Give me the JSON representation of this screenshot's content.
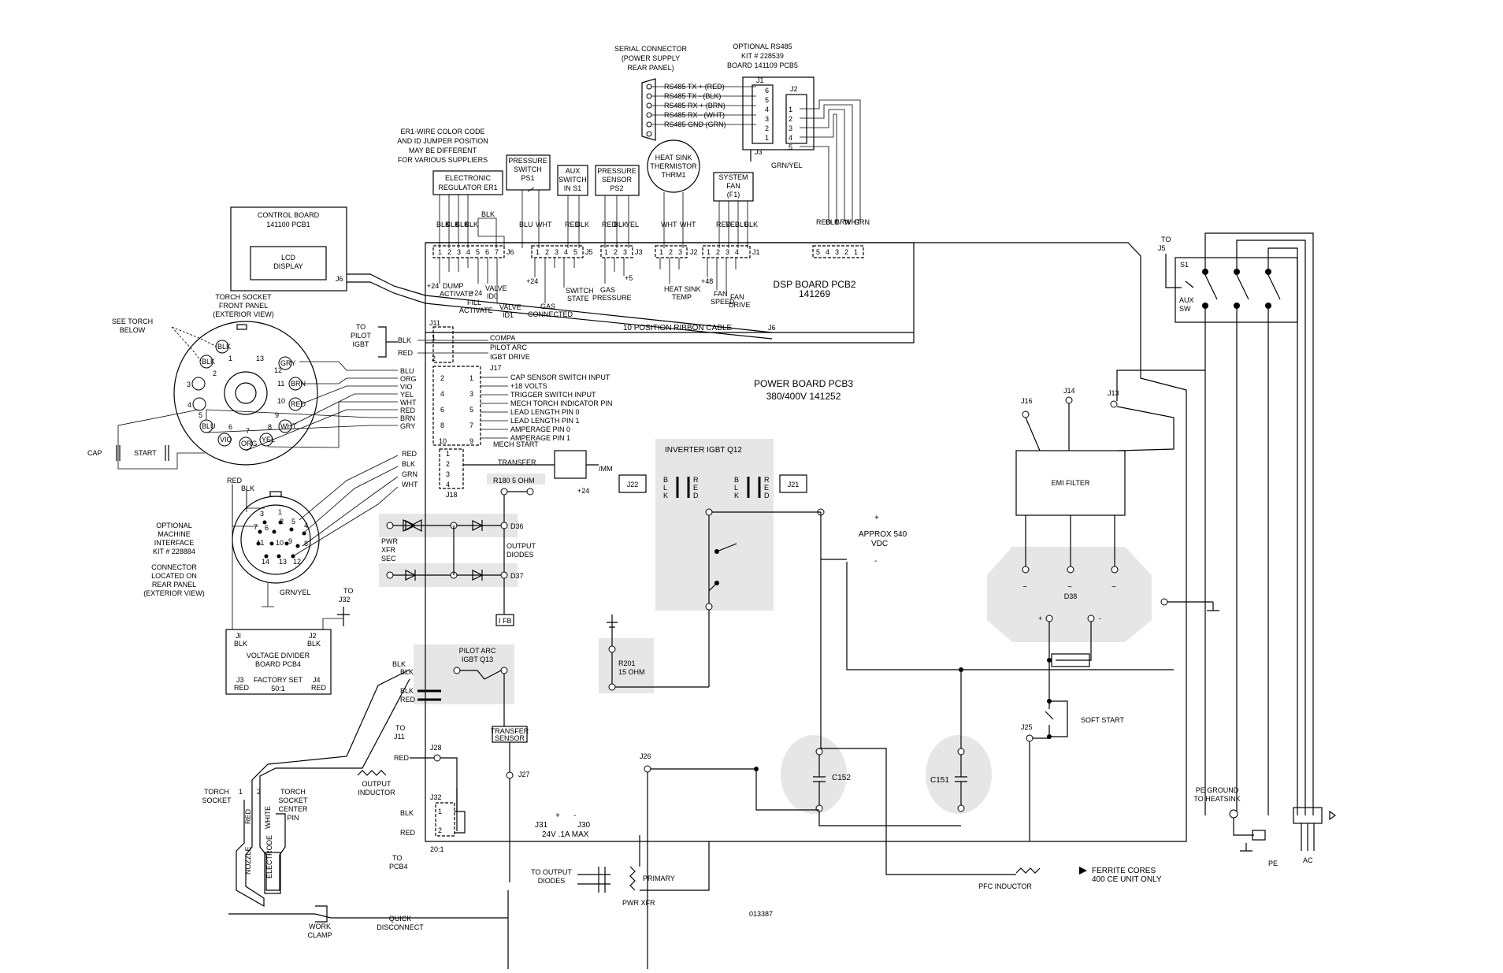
{
  "doc_number": "013387",
  "serial_connector": {
    "title": "SERIAL CONNECTOR",
    "line2": "(POWER SUPPLY",
    "line3": "REAR PANEL)"
  },
  "rs485_kit": {
    "line1": "OPTIONAL RS485",
    "line2": "KIT # 228539",
    "line3": "BOARD 141109 PCB5",
    "j1": "J1",
    "j2": "J2",
    "j3": "J3",
    "ground": "GRN/YEL"
  },
  "rs485_signals": [
    "RS485 TX + (RED)",
    "RS485 TX - (BLK)",
    "RS485 RX + (BRN)",
    "RS485 RX - (WHT)",
    "RS485 GND (GRN)"
  ],
  "j1_pins": [
    "6",
    "5",
    "4",
    "3",
    "2",
    "1"
  ],
  "j2_pins": [
    "1",
    "2",
    "3",
    "4",
    "5"
  ],
  "er1_note": {
    "line1": "ER1-WIRE COLOR CODE",
    "line2": "AND ID JUMPER POSITION",
    "line3": "MAY BE DIFFERENT",
    "line4": "FOR VARIOUS SUPPLIERS"
  },
  "er1_box": {
    "line1": "ELECTRONIC",
    "line2": "REGULATOR ER1"
  },
  "ps1_box": {
    "line1": "PRESSURE",
    "line2": "SWITCH",
    "line3": "PS1"
  },
  "aux_box": {
    "line1": "AUX",
    "line2": "SWITCH",
    "line3": "IN S1"
  },
  "ps2_box": {
    "line1": "PRESSURE",
    "line2": "SENSOR",
    "line3": "PS2"
  },
  "therm_box": {
    "line1": "HEAT SINK",
    "line2": "THERMISTOR",
    "line3": "THRM1"
  },
  "fan_box": {
    "line1": "SYSTEM",
    "line2": "FAN",
    "line3": "(F1)"
  },
  "wire_labels": {
    "er1": [
      "BLK",
      "BLK",
      "BLK",
      "BLK"
    ],
    "er1_blk": "BLK",
    "ps1": [
      "BLU",
      "WHT"
    ],
    "aux": [
      "RED",
      "BLK"
    ],
    "ps2": [
      "RED",
      "BLK",
      "YEL"
    ],
    "therm": [
      "WHT",
      "WHT"
    ],
    "fan": [
      "RED",
      "YEL",
      "BLU",
      "BLK"
    ],
    "rs485": [
      "RED",
      "BLK",
      "BRN",
      "WHT",
      "GRN"
    ]
  },
  "connector_numbers": {
    "j6": [
      "1",
      "2",
      "3",
      "4",
      "5",
      "6",
      "7"
    ],
    "j5": [
      "1",
      "2",
      "3",
      "4",
      "5"
    ],
    "j3": [
      "1",
      "2",
      "3"
    ],
    "j2": [
      "1",
      "2",
      "3"
    ],
    "j1": [
      "1",
      "2",
      "3",
      "4"
    ],
    "j4": [
      "5",
      "4",
      "3",
      "2",
      "1"
    ]
  },
  "connector_names": {
    "j6": "J6",
    "j5": "J5",
    "j3": "J3",
    "j2": "J2",
    "j1": "J1"
  },
  "dsp_signals": {
    "p24a": "+24",
    "dump": "DUMP",
    "dump2": "ACTIVATE",
    "fill": "FILL",
    "fill2": "ACTIVATE",
    "p24b": "+24",
    "valve0": "VALVE",
    "valve0b": "ID0",
    "valve1": "VALVE",
    "valve1b": "ID1",
    "p24c": "+24",
    "gas": "GAS",
    "gas2": "CONNECTED",
    "sw": "SWITCH",
    "sw2": "STATE",
    "gasp": "GAS",
    "gasp2": "PRESSURE",
    "p5": "+5",
    "hs": "HEAT SINK",
    "hs2": "TEMP",
    "p48": "+48",
    "fans": "FAN",
    "fans2": "SPEED",
    "fand": "FAN",
    "fand2": "DRIVE"
  },
  "control_board": {
    "line1": "CONTROL BOARD",
    "line2": "141100 PCB1",
    "lcd1": "LCD",
    "lcd2": "DISPLAY",
    "j6": "J6"
  },
  "dsp_board": {
    "line1": "DSP BOARD PCB2",
    "line2": "141269",
    "ribbon": "10 POSITION RIBBON CABLE",
    "j6": "J6"
  },
  "power_board": {
    "line1": "POWER BOARD PCB3",
    "line2": "380/400V 141252"
  },
  "torch_socket": {
    "line1": "TORCH SOCKET",
    "line2": "FRONT PANEL",
    "line3": "(EXTERIOR VIEW)",
    "see1": "SEE TORCH",
    "see2": "BELOW"
  },
  "torch_pins": [
    "1",
    "2",
    "3",
    "4",
    "5",
    "6",
    "7",
    "8",
    "9",
    "10",
    "11",
    "12",
    "13"
  ],
  "torch_pin_colors": [
    "BLK",
    "BLK",
    "GRY",
    "BRN",
    "RED",
    "WHT",
    "YEL",
    "ORG",
    "VIO",
    "BLU"
  ],
  "to_pilot": {
    "line1": "TO",
    "line2": "PILOT",
    "line3": "IGBT"
  },
  "j11": {
    "name": "J11",
    "labels": [
      "COMPA",
      "PILOT ARC",
      "IGBT DRIVE"
    ],
    "wires": [
      "BLK",
      "RED"
    ],
    "pins": [
      "1",
      "2"
    ]
  },
  "j17": {
    "name": "J17",
    "wires": [
      "BLU",
      "ORG",
      "VIO",
      "YEL",
      "WHT",
      "RED",
      "BRN",
      "GRY"
    ],
    "signals": [
      "CAP SENSOR SWITCH INPUT",
      "+18 VOLTS",
      "TRIGGER SWITCH INPUT",
      "MECH TORCH INDICATOR PIN",
      "LEAD LENGTH PIN 0",
      "LEAD LENGTH PIN 1",
      "AMPERAGE PIN 0",
      "AMPERAGE PIN 1"
    ],
    "pins_left": [
      "2",
      "4",
      "6",
      "8",
      "10"
    ],
    "pins_right": [
      "1",
      "3",
      "5",
      "7",
      "9"
    ]
  },
  "j18": {
    "name": "J18",
    "wires": [
      "RED",
      "BLK",
      "GRN",
      "WHT"
    ],
    "pins": [
      "1",
      "2",
      "3",
      "4"
    ],
    "mech": "MECH START",
    "transfer": "TRANSFER",
    "mm": "/MM",
    "p24": "+24"
  },
  "cap_label": "CAP",
  "start_label": "START",
  "machine_interface": {
    "line1": "OPTIONAL",
    "line2": "MACHINE",
    "line3": "INTERFACE",
    "line4": "KIT # 228884",
    "line5": "CONNECTOR",
    "line6": "LOCATED ON",
    "line7": "REAR PANEL",
    "line8": "(EXTERIOR VIEW)",
    "ground": "GRN/YEL",
    "red": "RED",
    "blk": "BLK"
  },
  "mi_pins": [
    "1",
    "2",
    "3",
    "4",
    "5",
    "6",
    "7",
    "8",
    "9",
    "10",
    "11",
    "12",
    "13",
    "14"
  ],
  "to_j32": {
    "line1": "TO",
    "line2": "J32"
  },
  "voltage_divider": {
    "j1": "JI",
    "j1c": "BLK",
    "j2": "J2",
    "j2c": "BLK",
    "line1": "VOLTAGE DIVIDER",
    "line2": "BOARD PCB4",
    "j3": "J3",
    "j3c": "RED",
    "factory": "FACTORY SET",
    "ratio": "50:1",
    "j4": "J4",
    "j4c": "RED"
  },
  "r180": "R180 5 OHM",
  "d36": "D36",
  "d37": "D37",
  "pwr_xfr_sec": {
    "line1": "PWR",
    "line2": "XFR",
    "line3": "SEC"
  },
  "output_diodes": {
    "line1": "OUTPUT",
    "line2": "DIODES"
  },
  "ifb": "I FB",
  "pilot_igbt": {
    "line1": "PILOT ARC",
    "line2": "IGBT Q13",
    "wires": [
      "BLK",
      "BLK",
      "BLK",
      "RED"
    ]
  },
  "to_j11": {
    "line1": "TO",
    "line2": "J11"
  },
  "transfer_sensor": {
    "line1": "TRANSFER",
    "line2": "SENSOR"
  },
  "output_inductor": {
    "line1": "OUTPUT",
    "line2": "INDUCTOR",
    "red": "RED"
  },
  "j28": "J28",
  "j27": "J27",
  "j32": {
    "name": "J32",
    "blk": "BLK",
    "red": "RED",
    "pin1": "1",
    "pin2": "2",
    "ratio": "20:1"
  },
  "to_pcb4": {
    "line1": "TO",
    "line2": "PCB4"
  },
  "j31": {
    "j31": "J31",
    "plus": "+",
    "minus": "-",
    "j30": "J30",
    "rating": "24V .1A MAX"
  },
  "inverter": {
    "title": "INVERTER IGBT Q12",
    "j22": "J22",
    "j21": "J21",
    "blk": [
      "B",
      "L",
      "K"
    ],
    "red": [
      "R",
      "E",
      "D"
    ]
  },
  "approx": {
    "plus": "+",
    "line1": "APPROX 540",
    "line2": "VDC",
    "minus": "-"
  },
  "r201": {
    "line1": "R201",
    "line2": "15 OHM"
  },
  "j26": "J26",
  "c152": "C152",
  "c151": "C151",
  "emi_filter": "EMI FILTER",
  "j16": "J16",
  "j14": "J14",
  "j13": "J13",
  "d38": {
    "name": "D38",
    "tilde": "~",
    "plus": "+",
    "minus": "-"
  },
  "soft_start": "SOFT START",
  "j25": "J25",
  "s1": {
    "to": "TO",
    "j5": "J5",
    "name": "S1",
    "aux": "AUX",
    "sw": "SW"
  },
  "pe_ground": {
    "line1": "PE GROUND",
    "line2": "TO HEATSINK",
    "pe": "PE"
  },
  "ac": "AC",
  "ferrite": {
    "line1": "FERRITE CORES",
    "line2": "400 CE UNIT ONLY"
  },
  "pfc_inductor": "PFC INDUCTOR",
  "pwr_xfr": {
    "to1": "TO OUTPUT",
    "to2": "DIODES",
    "primary": "PRIMARY",
    "name": "PWR XFR"
  },
  "torch_bottom": {
    "socket1": "TORCH",
    "socket2": "SOCKET",
    "center1": "TORCH",
    "center2": "SOCKET",
    "center3": "CENTER",
    "center4": "PIN",
    "p1": "1",
    "p2": "2",
    "red": "RED",
    "white": "WHITE",
    "nozzle": "NOZZLE",
    "electrode": "ELECTRODE"
  },
  "work_clamp": {
    "line1": "WORK",
    "line2": "CLAMP"
  },
  "quick_disconnect": {
    "line1": "QUICK",
    "line2": "DISCONNECT"
  }
}
